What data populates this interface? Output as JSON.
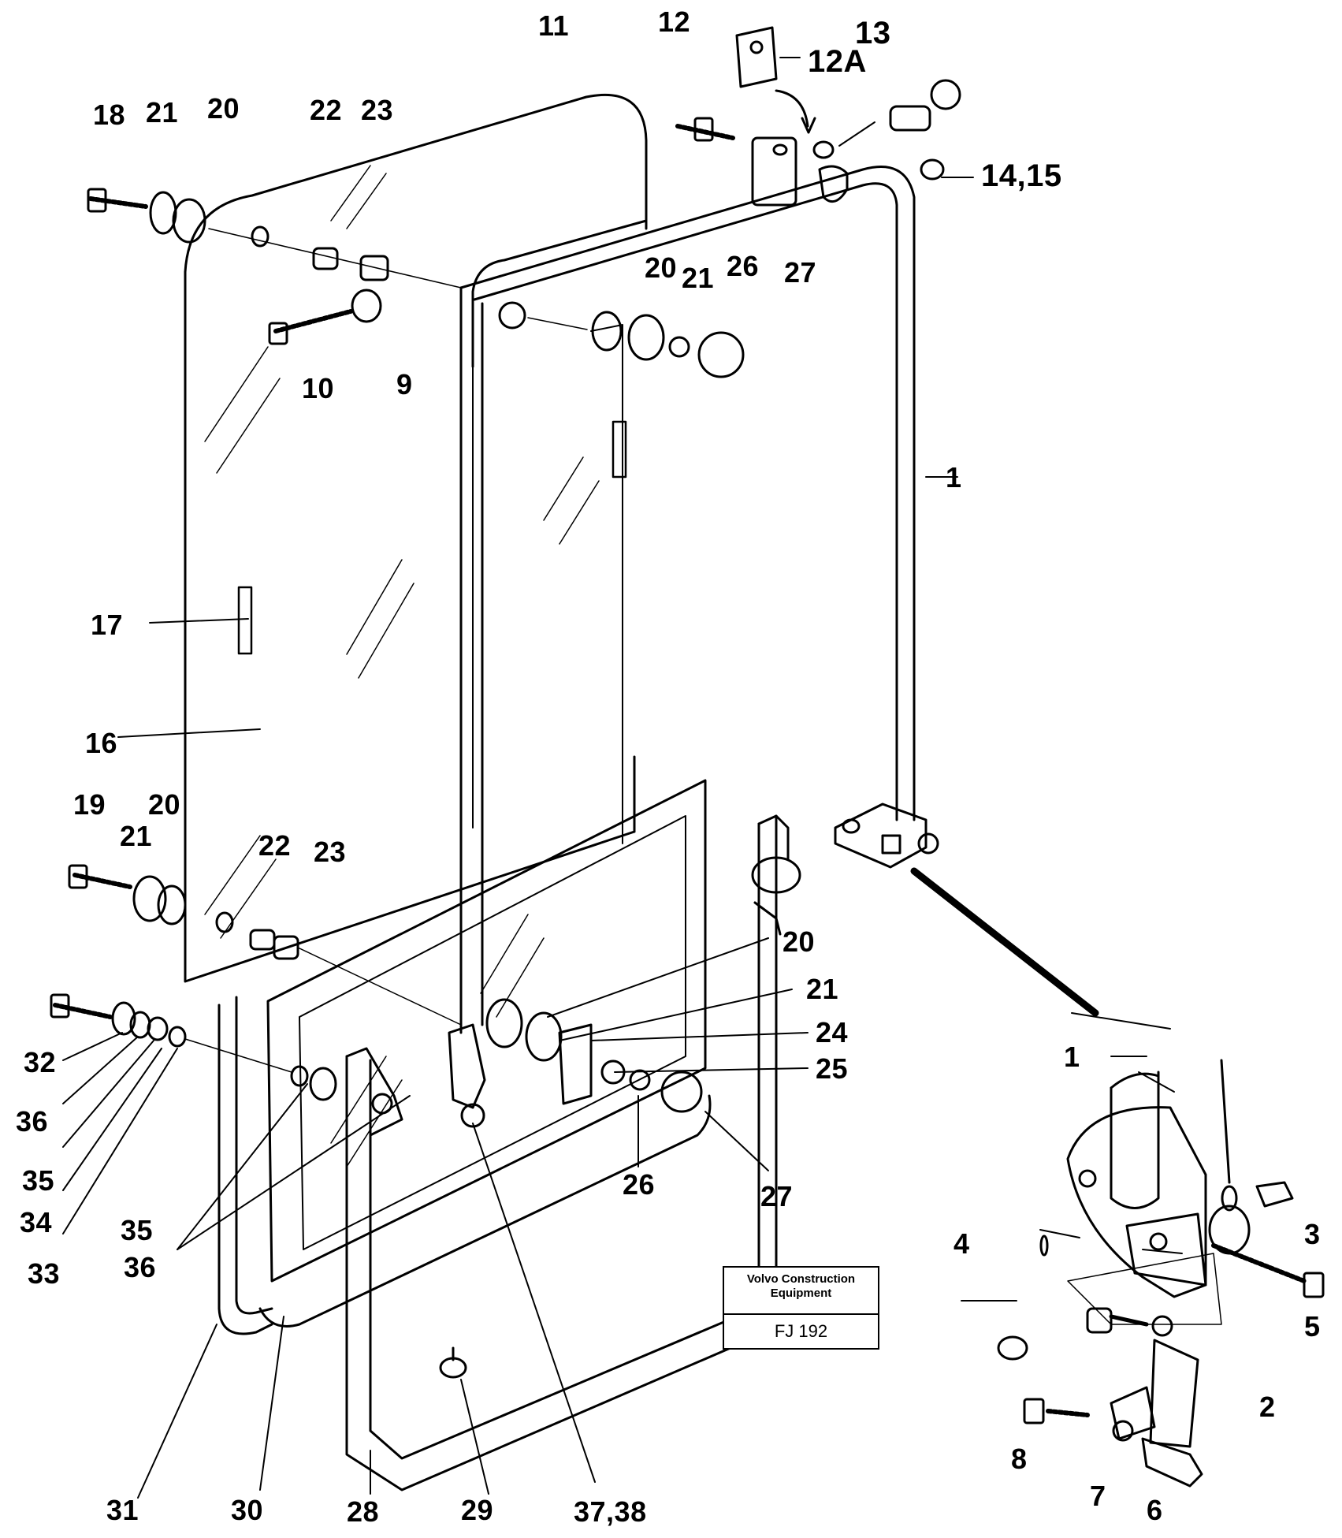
{
  "diagram": {
    "callouts": {
      "c1a": "1",
      "c1b": "1",
      "c2": "2",
      "c3": "3",
      "c4": "4",
      "c5": "5",
      "c6": "6",
      "c7": "7",
      "c8": "8",
      "c9": "9",
      "c10": "10",
      "c11": "11",
      "c12": "12",
      "c12a": "12A",
      "c13": "13",
      "c14_15": "14,15",
      "c16": "16",
      "c17": "17",
      "c18": "18",
      "c19": "19",
      "c20a": "20",
      "c20b": "20",
      "c20c": "20",
      "c20d": "20",
      "c21a": "21",
      "c21b": "21",
      "c21c": "21",
      "c21d": "21",
      "c22a": "22",
      "c22b": "22",
      "c23a": "23",
      "c23b": "23",
      "c24": "24",
      "c25": "25",
      "c26a": "26",
      "c26b": "26",
      "c27a": "27",
      "c27b": "27",
      "c28": "28",
      "c29": "29",
      "c30": "30",
      "c31": "31",
      "c32": "32",
      "c33": "33",
      "c34": "34",
      "c35a": "35",
      "c35b": "35",
      "c36a": "36",
      "c36b": "36",
      "c37_38": "37,38"
    },
    "plate": {
      "line1": "Volvo Construction",
      "line2": "Equipment",
      "code": "FJ 192"
    }
  }
}
